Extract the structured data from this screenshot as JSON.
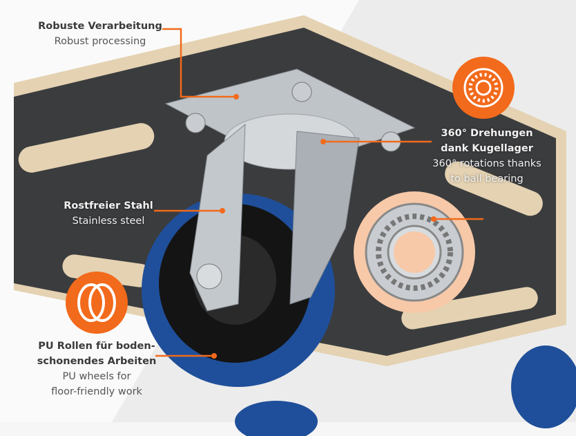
{
  "colors": {
    "accent": "#f26a1b",
    "wheel": "#1f4f9a",
    "board": "#3b3c3e",
    "plywood": "#e4d2b2",
    "bearing_bg": "#f7c9a8"
  },
  "labels": {
    "processing": {
      "de": "Robuste Verarbeitung",
      "en": "Robust processing"
    },
    "rotation": {
      "de_line1": "360° Drehungen",
      "de_line2": "dank Kugellager",
      "en_line1": "360° rotations thanks",
      "en_line2": "to ball bearing"
    },
    "steel": {
      "de": "Rostfreier Stahl",
      "en": "Stainless steel"
    },
    "wheels": {
      "de_line1": "PU Rollen für boden-",
      "de_line2": "schonendes Arbeiten",
      "en_line1": "PU wheels for",
      "en_line2": "floor-friendly work"
    }
  },
  "icons": [
    "bearing-icon",
    "wheel-icon"
  ]
}
